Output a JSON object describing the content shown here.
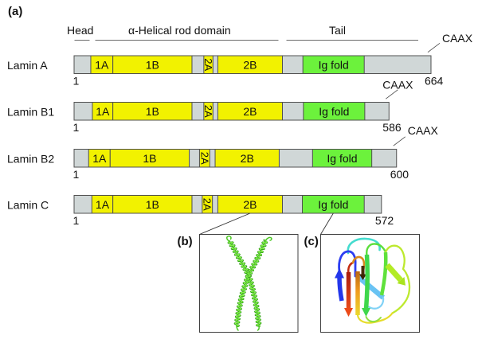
{
  "panels": {
    "a": {
      "label": "(a)"
    },
    "b": {
      "label": "(b)",
      "depiction": "coiled-coil-dimer",
      "source_protein": "Lamin C",
      "source_domain": "2B"
    },
    "c": {
      "label": "(c)",
      "depiction": "ig-fold-ribbon",
      "source_protein": "Lamin C",
      "source_domain": "Ig fold"
    }
  },
  "regions": [
    {
      "label": "Head"
    },
    {
      "label": "α-Helical rod domain"
    },
    {
      "label": "Tail"
    }
  ],
  "c_terminal_motif": "CAAX",
  "colors": {
    "coil": "#f2f200",
    "ig_fold": "#6cf23c",
    "linker": "#d0d7d7",
    "outline": "#505050"
  },
  "proteins": [
    {
      "name": "Lamin A",
      "start": 1,
      "length": 664,
      "has_caax": true,
      "domains": [
        {
          "label": "1A",
          "type": "coil",
          "start": 32,
          "end": 73
        },
        {
          "label": "1B",
          "type": "coil",
          "start": 73,
          "end": 220
        },
        {
          "label": "2A",
          "type": "coil",
          "start": 242,
          "end": 259
        },
        {
          "label": "2B",
          "type": "coil",
          "start": 268,
          "end": 388
        },
        {
          "label": "Ig fold",
          "type": "ig_fold",
          "start": 426,
          "end": 540
        }
      ]
    },
    {
      "name": "Lamin B1",
      "start": 1,
      "length": 586,
      "has_caax": true,
      "domains": [
        {
          "label": "1A",
          "type": "coil",
          "start": 35,
          "end": 73
        },
        {
          "label": "1B",
          "type": "coil",
          "start": 73,
          "end": 220
        },
        {
          "label": "2A",
          "type": "coil",
          "start": 242,
          "end": 259
        },
        {
          "label": "2B",
          "type": "coil",
          "start": 268,
          "end": 388
        },
        {
          "label": "Ig fold",
          "type": "ig_fold",
          "start": 427,
          "end": 541
        }
      ]
    },
    {
      "name": "Lamin B2",
      "start": 1,
      "length": 600,
      "has_caax": true,
      "domains": [
        {
          "label": "1A",
          "type": "coil",
          "start": 28,
          "end": 68
        },
        {
          "label": "1B",
          "type": "coil",
          "start": 68,
          "end": 215
        },
        {
          "label": "2A",
          "type": "coil",
          "start": 234,
          "end": 253
        },
        {
          "label": "2B",
          "type": "coil",
          "start": 263,
          "end": 382
        },
        {
          "label": "Ig fold",
          "type": "ig_fold",
          "start": 444,
          "end": 554
        }
      ]
    },
    {
      "name": "Lamin C",
      "start": 1,
      "length": 572,
      "has_caax": false,
      "domains": [
        {
          "label": "1A",
          "type": "coil",
          "start": 34,
          "end": 73
        },
        {
          "label": "1B",
          "type": "coil",
          "start": 73,
          "end": 220
        },
        {
          "label": "2A",
          "type": "coil",
          "start": 239,
          "end": 258
        },
        {
          "label": "2B",
          "type": "coil",
          "start": 268,
          "end": 388
        },
        {
          "label": "Ig fold",
          "type": "ig_fold",
          "start": 425,
          "end": 540
        }
      ]
    }
  ]
}
